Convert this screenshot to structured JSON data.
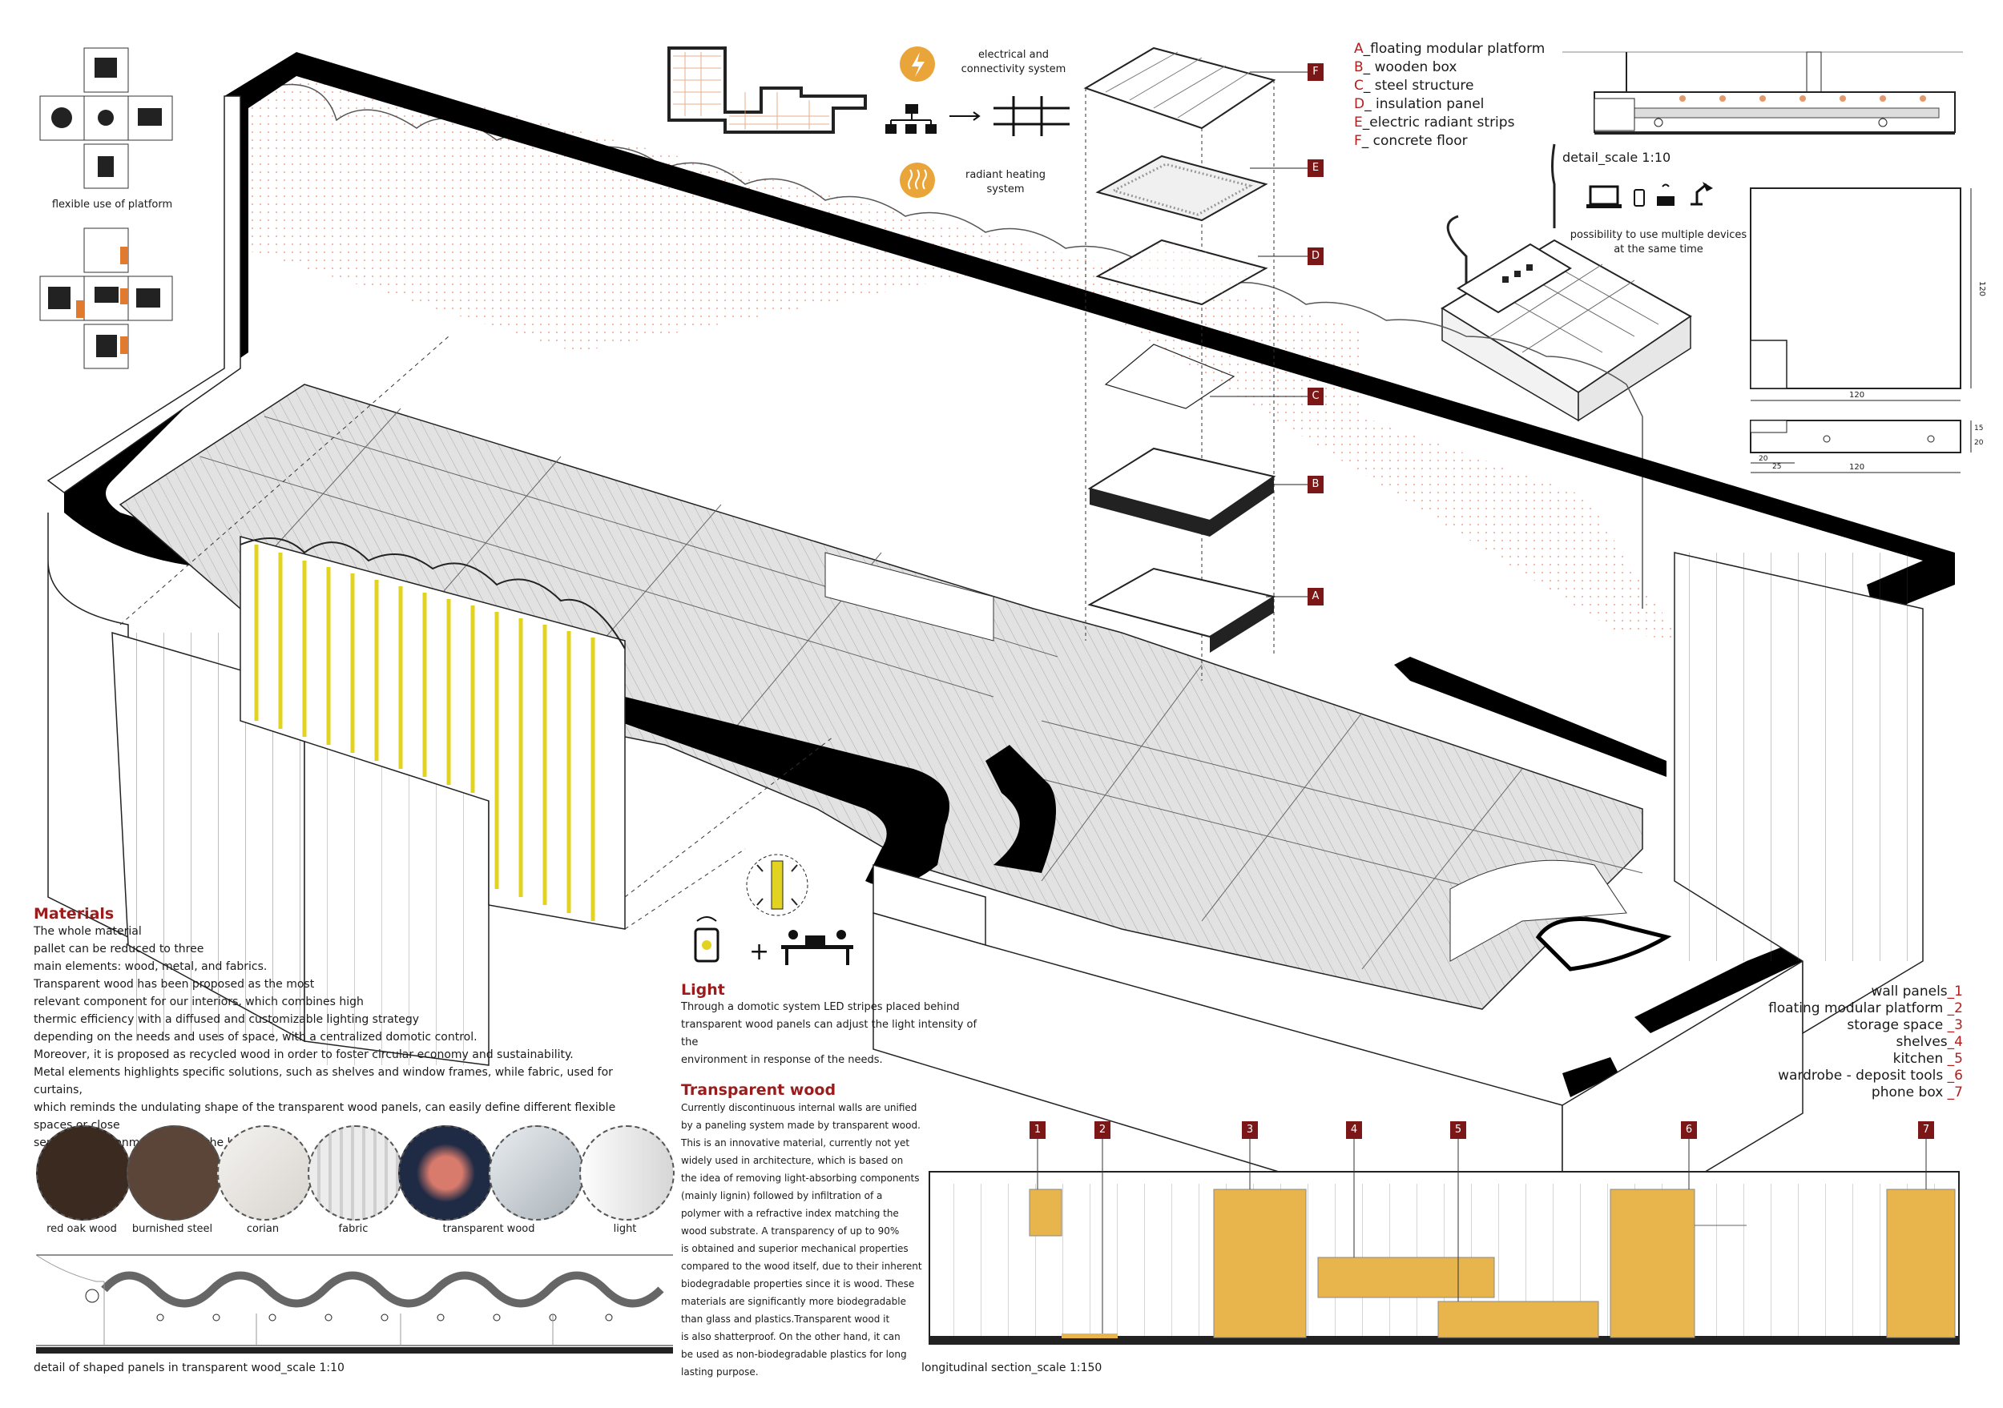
{
  "legend_letters": [
    {
      "letter": "A",
      "text": "_floating modular platform"
    },
    {
      "letter": "B",
      "text": "_ wooden box"
    },
    {
      "letter": "C",
      "text": "_ steel structure"
    },
    {
      "letter": "D",
      "text": "_ insulation panel"
    },
    {
      "letter": "E",
      "text": "_electric radiant strips"
    },
    {
      "letter": "F",
      "text": "_ concrete floor"
    }
  ],
  "detail_label": "detail_scale 1:10",
  "devices_caption": [
    "possibility to use multiple devices",
    "at the same time"
  ],
  "dims": {
    "width": "120",
    "depth": "120",
    "side": "120",
    "small_a": "20",
    "small_b": "25",
    "h1": "15",
    "h2": "20"
  },
  "systems": {
    "electrical": [
      "electrical and",
      "connectivity system"
    ],
    "radiant": [
      "radiant heating",
      "system"
    ]
  },
  "platform_caption": "flexible use of platform",
  "explode_tags": [
    "F",
    "E",
    "D",
    "C",
    "B",
    "A"
  ],
  "materials": {
    "heading": "Materials",
    "lines": [
      "The whole material",
      "pallet can be reduced to three",
      "main elements: wood, metal, and fabrics.",
      "Transparent wood has been proposed as the most",
      "relevant component for our interiors, which combines high",
      "thermic efficiency with a diffused and customizable lighting strategy",
      "depending on the needs and uses of space, with a centralized domotic control.",
      "Moreover, it is proposed as recycled wood in order to foster circular economy and sustainability.",
      "Metal elements highlights specific solutions, such as shelves and window frames, while fabric, used for curtains,",
      "which reminds the undulating shape of the transparent wood panels, can easily define different flexible spaces or close",
      "separate environments within the layout."
    ]
  },
  "swatches": [
    {
      "label": "red oak wood",
      "color": "#3a2a20"
    },
    {
      "label": "burnished steel",
      "color": "#5a4538"
    },
    {
      "label": "corian",
      "color": "#e9e6e2"
    },
    {
      "label": "fabric",
      "color": "#d9d9d9"
    },
    {
      "label": "transparent wood",
      "color": "#2a3550"
    },
    {
      "label": "",
      "color": "#c8cdd2"
    },
    {
      "label": "light",
      "color": "#eeeeee"
    }
  ],
  "panel_detail_caption": "detail of shaped panels in transparent wood_scale 1:10",
  "light": {
    "heading": "Light",
    "lines": [
      "Through a domotic system LED stripes placed behind",
      "transparent wood panels can adjust the light intensity of the",
      "environment in response of the needs."
    ]
  },
  "transparent_wood": {
    "heading": "Transparent wood",
    "lines": [
      "Currently discontinuous internal walls are unified",
      "by a paneling system made by transparent wood.",
      "This is an innovative material, currently not yet",
      "widely used in architecture, which is based on",
      "the idea of removing light-absorbing components",
      "(mainly lignin) followed by infiltration of a",
      "polymer with a refractive index matching the",
      "wood substrate. A transparency of up to 90%",
      "is obtained and superior mechanical properties",
      "compared to the wood itself, due to their inherent",
      "biodegradable properties since it is wood. These",
      "materials are significantly more biodegradable",
      "than glass and plastics.Transparent wood it",
      "is also shatterproof. On the other hand, it can",
      "be used as non-biodegradable plastics for long",
      "lasting purpose."
    ]
  },
  "right_legend": [
    {
      "text": "wall panels",
      "num": "_1"
    },
    {
      "text": "floating modular platform",
      "num": " _2"
    },
    {
      "text": "storage space",
      "num": " _3"
    },
    {
      "text": "shelves",
      "num": "_4"
    },
    {
      "text": "kitchen",
      "num": " _5"
    },
    {
      "text": "wardrobe - deposit tools",
      "num": " _6"
    },
    {
      "text": "phone box",
      "num": " _7"
    }
  ],
  "section_tags": [
    "1",
    "2",
    "3",
    "4",
    "5",
    "6",
    "7"
  ],
  "section_caption": "longitudinal section_scale 1:150",
  "colors": {
    "accent_red": "#7b1717",
    "wood_yellow": "#e8b54d",
    "led_yellow": "#e3d321",
    "black": "#000000"
  }
}
